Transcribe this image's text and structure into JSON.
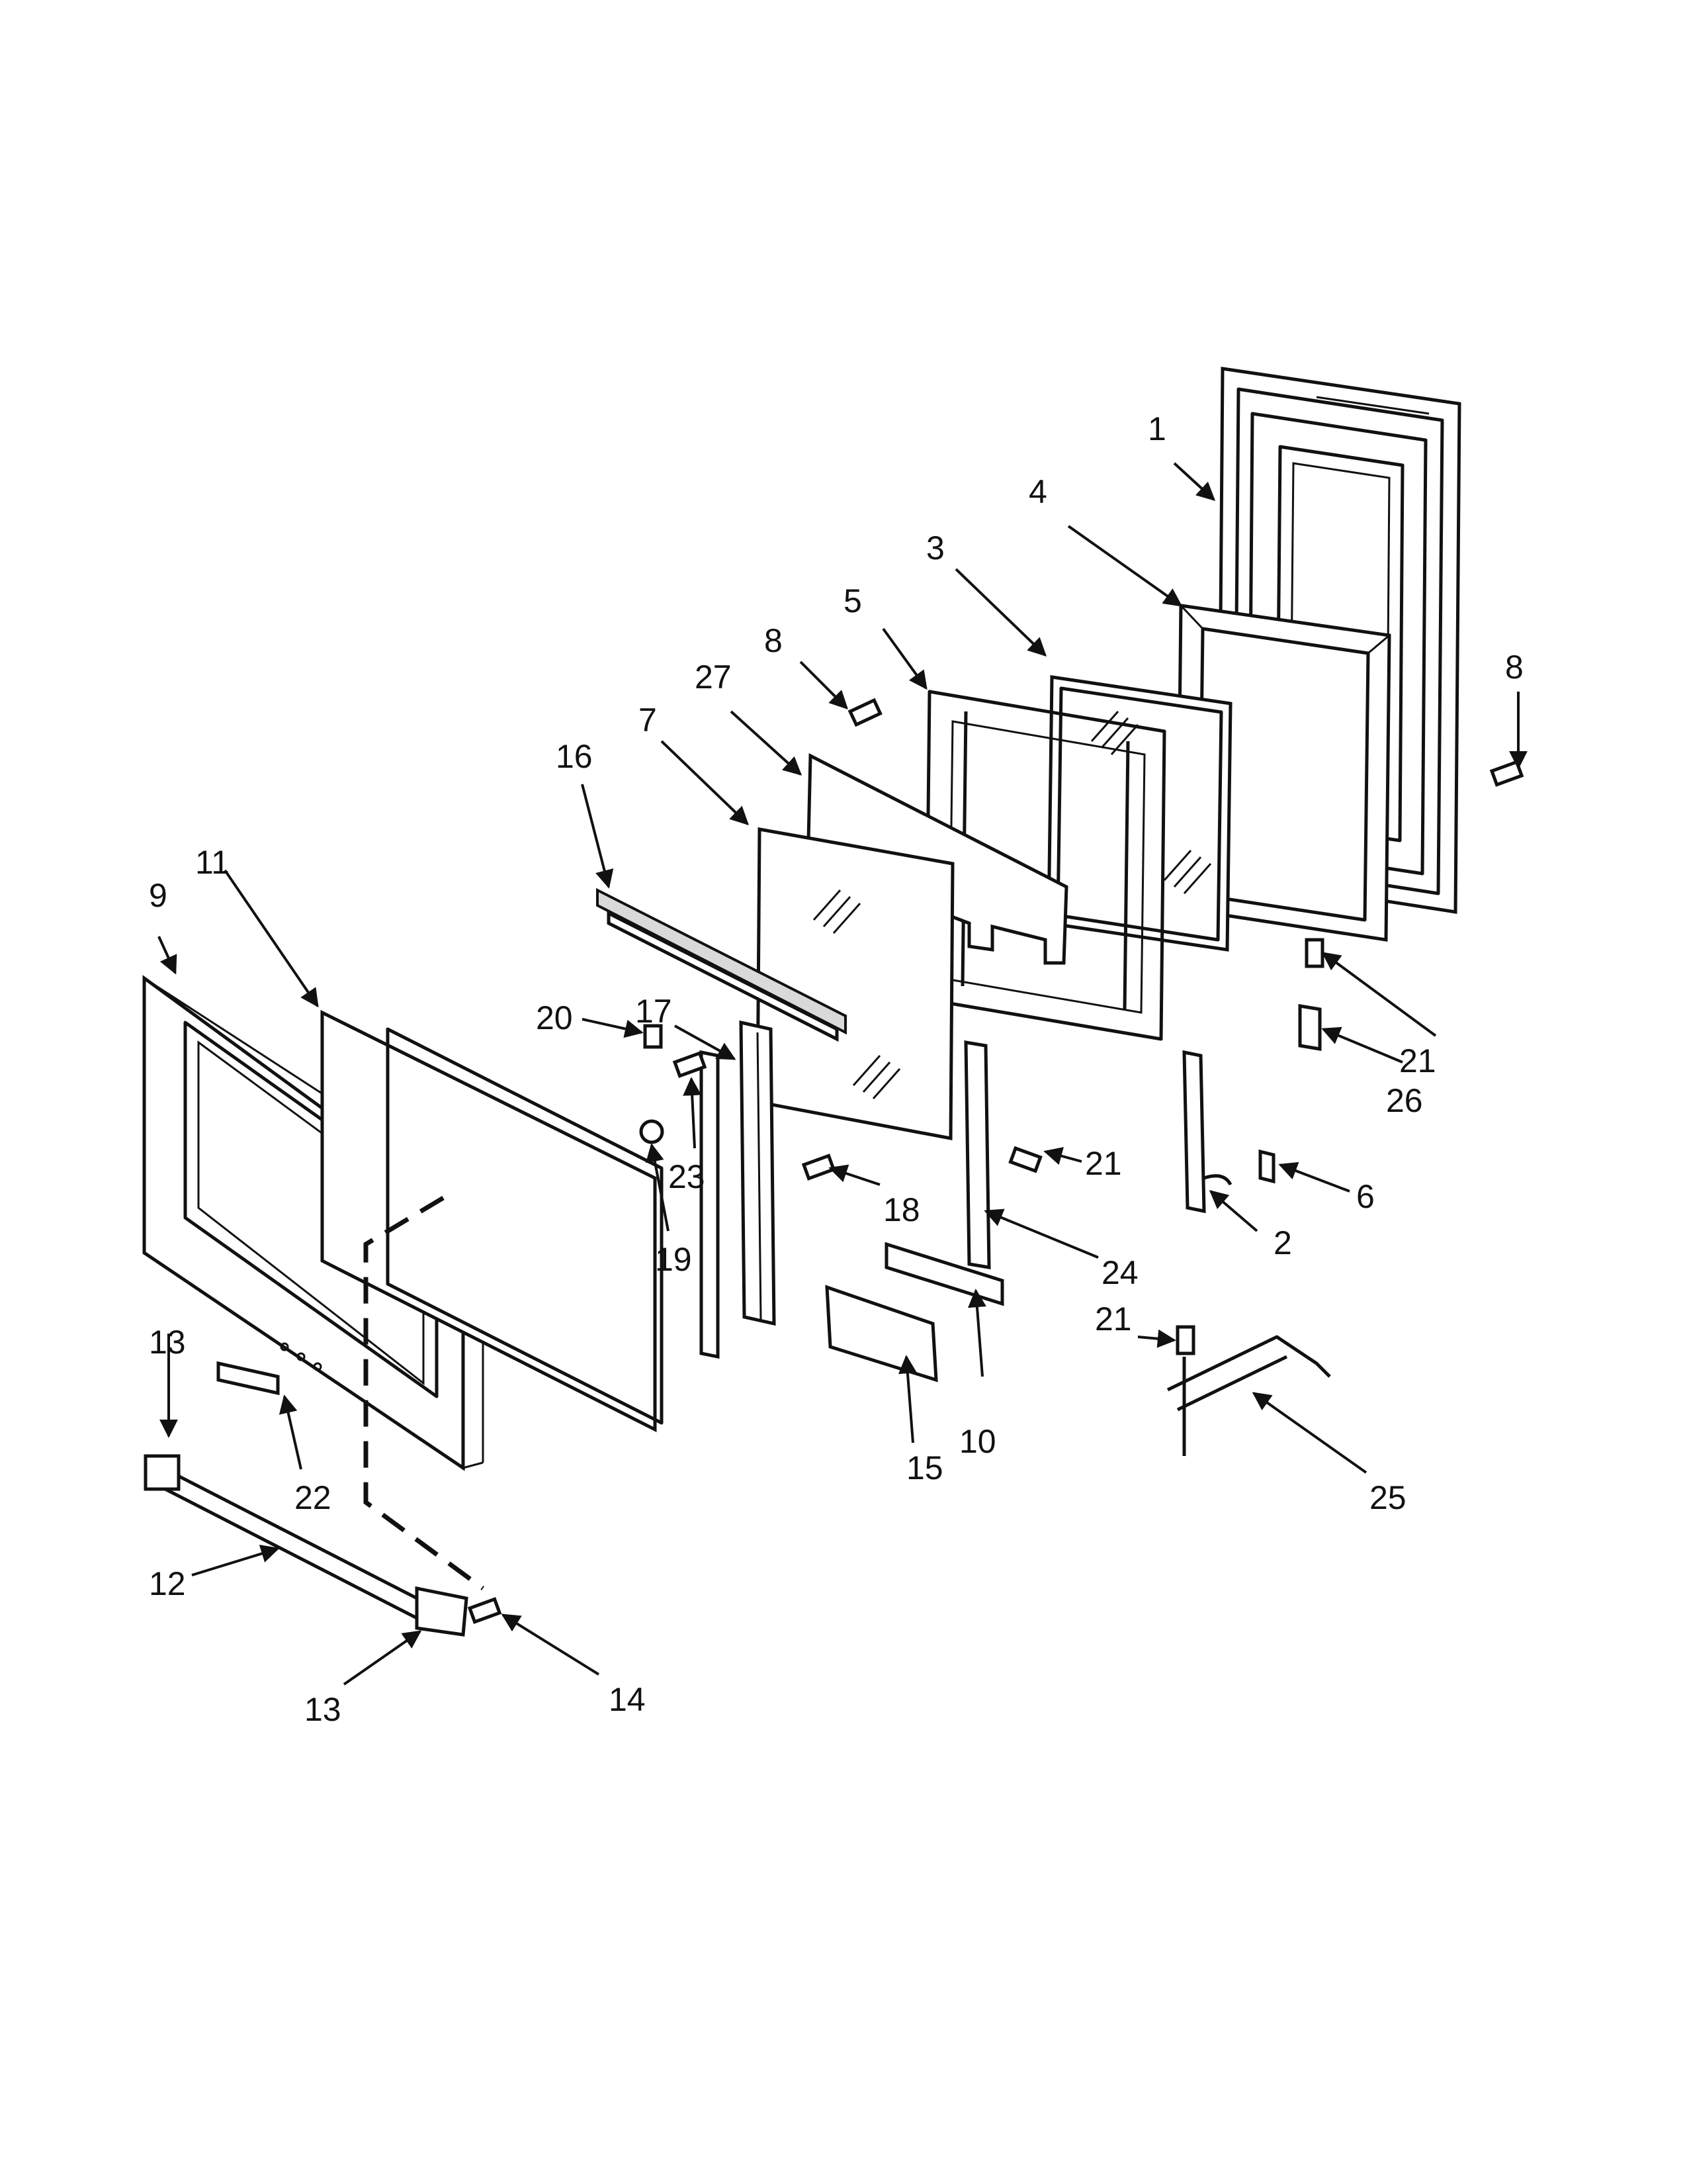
{
  "diagram": {
    "callouts": [
      {
        "id": "c1",
        "label": "1"
      },
      {
        "id": "c2",
        "label": "2"
      },
      {
        "id": "c3",
        "label": "3"
      },
      {
        "id": "c4",
        "label": "4"
      },
      {
        "id": "c5",
        "label": "5"
      },
      {
        "id": "c6",
        "label": "6"
      },
      {
        "id": "c7",
        "label": "7"
      },
      {
        "id": "c8a",
        "label": "8"
      },
      {
        "id": "c8b",
        "label": "8"
      },
      {
        "id": "c9",
        "label": "9"
      },
      {
        "id": "c10",
        "label": "10"
      },
      {
        "id": "c11",
        "label": "11"
      },
      {
        "id": "c12",
        "label": "12"
      },
      {
        "id": "c13a",
        "label": "13"
      },
      {
        "id": "c13b",
        "label": "13"
      },
      {
        "id": "c14",
        "label": "14"
      },
      {
        "id": "c15",
        "label": "15"
      },
      {
        "id": "c16",
        "label": "16"
      },
      {
        "id": "c17",
        "label": "17"
      },
      {
        "id": "c18",
        "label": "18"
      },
      {
        "id": "c19",
        "label": "19"
      },
      {
        "id": "c20",
        "label": "20"
      },
      {
        "id": "c21a",
        "label": "21"
      },
      {
        "id": "c21b",
        "label": "21"
      },
      {
        "id": "c21c",
        "label": "21"
      },
      {
        "id": "c22",
        "label": "22"
      },
      {
        "id": "c23",
        "label": "23"
      },
      {
        "id": "c24",
        "label": "24"
      },
      {
        "id": "c25",
        "label": "25"
      },
      {
        "id": "c26",
        "label": "26"
      },
      {
        "id": "c27",
        "label": "27"
      }
    ]
  }
}
